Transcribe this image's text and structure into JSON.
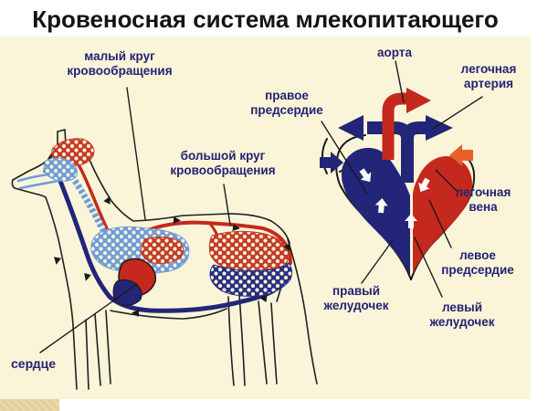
{
  "title": "Кровеносная система млекопитающего",
  "labels": {
    "pulmonary_circuit": "малый круг\nкровообращения",
    "aorta": "аорта",
    "pulmonary_artery": "легочная\nартерия",
    "right_atrium": "правое\nпредсердие",
    "systemic_circuit": "большой круг\nкровообращения",
    "pulmonary_vein": "легочная\nвена",
    "left_atrium": "левое\nпредсердие",
    "right_ventricle": "правый\nжелудочек",
    "left_ventricle": "левый\nжелудочек",
    "heart": "сердце"
  },
  "colors": {
    "background": "#ffffff",
    "panel": "#faf5d9",
    "label_text": "#232273",
    "title_text": "#141414",
    "artery_red": "#c5281c",
    "vein_navy": "#232579",
    "capillary_light_blue": "#6f9cd9",
    "pulmonary_vein_orange": "#e8602c",
    "outline_black": "#1a1a1a",
    "accent_strip": "#e8d9a8"
  }
}
